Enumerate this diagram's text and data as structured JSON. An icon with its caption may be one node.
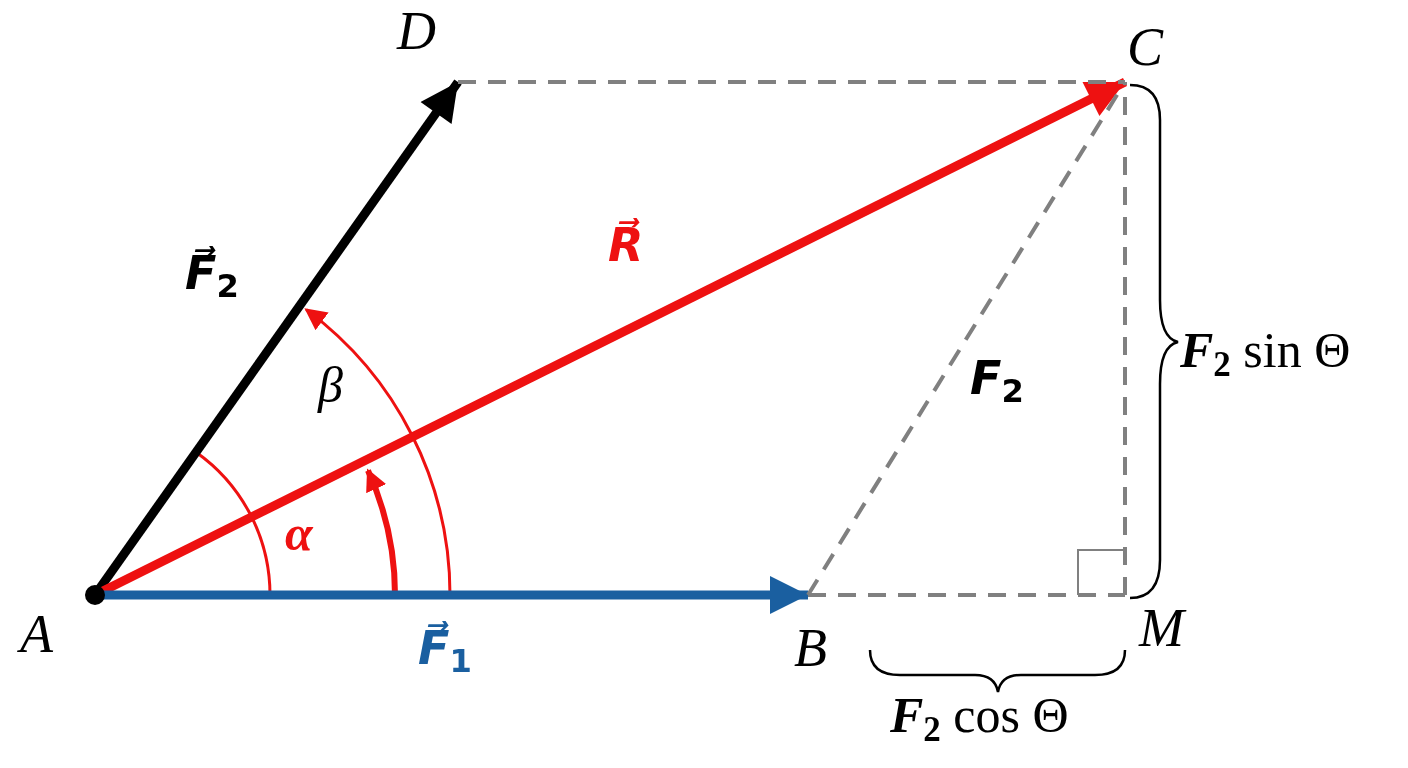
{
  "diagram": {
    "nodes": [
      {
        "text": [
          "A"
        ]
      },
      {
        "text": [
          "B"
        ]
      },
      {
        "text": [
          "C"
        ]
      },
      {
        "text": [
          "D"
        ]
      },
      {
        "text": [
          "M"
        ]
      }
    ],
    "edges": [
      {
        "from": 0,
        "to": 3,
        "arrow": "to",
        "label": "F⃗$_{2}$",
        "style": "thick",
        "color": "#000000"
      },
      {
        "from": 0,
        "to": 2,
        "arrow": "to",
        "label": "R⃗",
        "style": "thick",
        "color": "#ee1111"
      },
      {
        "from": 0,
        "to": 1,
        "arrow": "to",
        "label": "F⃗$_{1}$",
        "style": "thick",
        "color": "#1a5fa0"
      },
      {
        "from": 3,
        "to": 2,
        "arrow": "none",
        "style": "dashed",
        "color": "#808080"
      },
      {
        "from": 1,
        "to": 2,
        "arrow": "none",
        "style": "dashed",
        "color": "#808080",
        "label": "F$_{2}$"
      },
      {
        "from": 1,
        "to": 4,
        "arrow": "none",
        "style": "dashed",
        "color": "#808080"
      },
      {
        "from": 4,
        "to": 2,
        "arrow": "none",
        "style": "dashed",
        "color": "#808080"
      }
    ],
    "labels": [
      "β",
      "α",
      "**F$_{2}$** sin Θ",
      "**F$_{2}$** cos Θ"
    ]
  }
}
